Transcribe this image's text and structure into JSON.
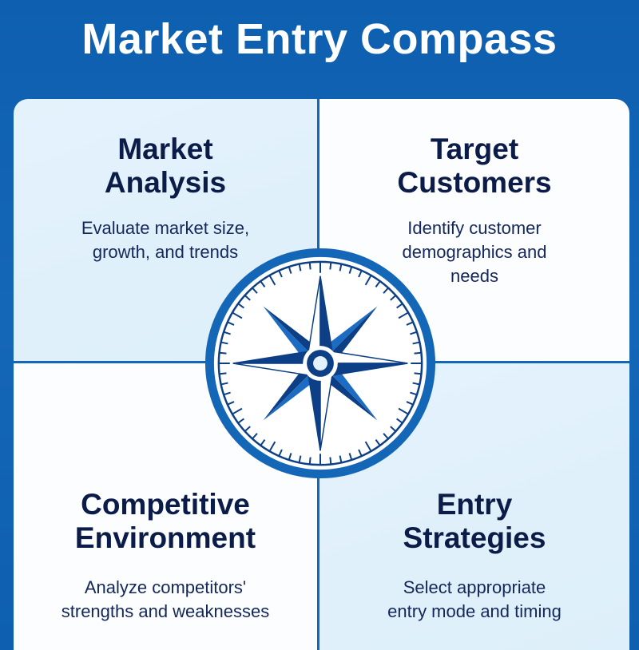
{
  "title": "Market Entry Compass",
  "colors": {
    "background": "#1466b6",
    "panel_light": "#e2f1fb",
    "panel_white": "#fbfdff",
    "heading_text": "#0b1c48",
    "body_text": "#14275a",
    "compass_dark": "#0d3f86",
    "compass_light": "#1c6cc4"
  },
  "quadrants": [
    {
      "position": "top-left",
      "heading_line1": "Market",
      "heading_line2": "Analysis",
      "desc_line1": "Evaluate market size,",
      "desc_line2": "growth, and trends"
    },
    {
      "position": "top-right",
      "heading_line1": "Target",
      "heading_line2": "Customers",
      "desc_line1": "Identify customer",
      "desc_line2": "demographics and",
      "desc_line3": "needs"
    },
    {
      "position": "bottom-left",
      "heading_line1": "Competitive",
      "heading_line2": "Environment",
      "desc_line1": "Analyze competitors'",
      "desc_line2": "strengths and weaknesses"
    },
    {
      "position": "bottom-right",
      "heading_line1": "Entry",
      "heading_line2": "Strategies",
      "desc_line1": "Select appropriate",
      "desc_line2": "entry mode and timing"
    }
  ],
  "compass": {
    "icon": "compass-rose-icon",
    "tick_count": 60
  }
}
